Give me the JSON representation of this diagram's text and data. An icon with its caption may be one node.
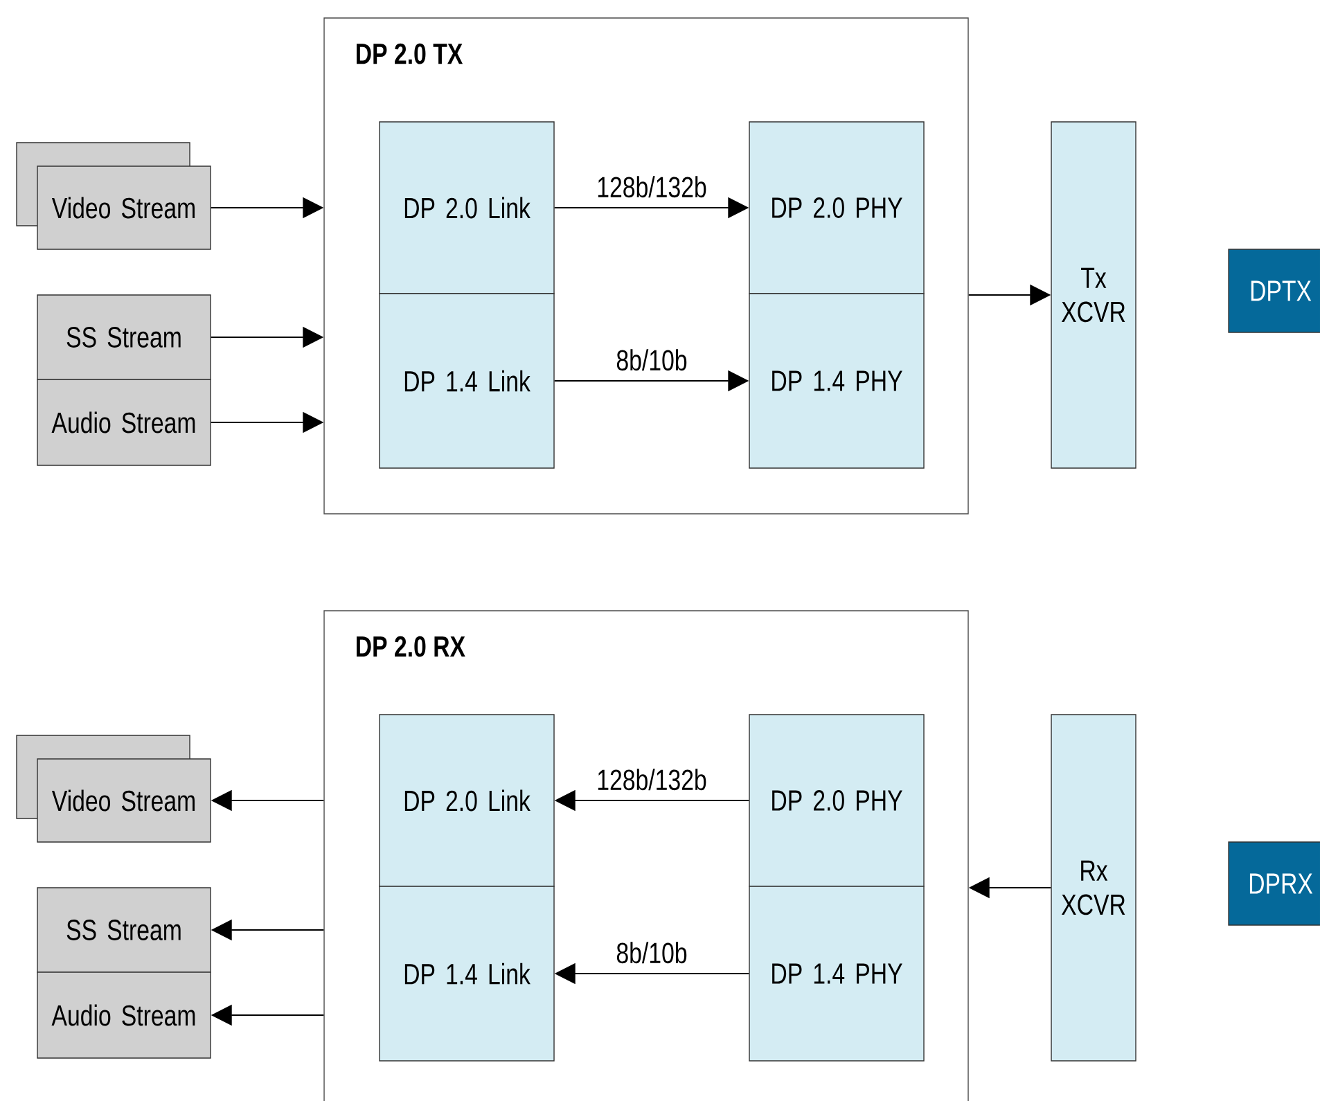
{
  "diagram": {
    "nodes": [
      {
        "text": [
          "DP 2.0 TX"
        ]
      },
      {
        "text": [
          "Video Stream"
        ]
      },
      {
        "text": [
          "SS Stream"
        ]
      },
      {
        "text": [
          "Audio Stream"
        ]
      },
      {
        "text": [
          "DP 2.0 Link"
        ],
        "in": 0
      },
      {
        "text": [
          "DP 1.4 Link"
        ],
        "in": 0
      },
      {
        "text": [
          "DP 2.0 PHY"
        ],
        "in": 0
      },
      {
        "text": [
          "DP 1.4 PHY"
        ],
        "in": 0
      },
      {
        "text": [
          "Tx XCVR"
        ]
      },
      {
        "text": [
          "DPTX"
        ]
      },
      {
        "text": [
          "DP 2.0 RX"
        ]
      },
      {
        "text": [
          "Video Stream"
        ]
      },
      {
        "text": [
          "SS Stream"
        ]
      },
      {
        "text": [
          "Audio Stream"
        ]
      },
      {
        "text": [
          "DP 2.0 Link"
        ],
        "in": 10
      },
      {
        "text": [
          "DP 1.4 Link"
        ],
        "in": 10
      },
      {
        "text": [
          "DP 2.0 PHY"
        ],
        "in": 10
      },
      {
        "text": [
          "DP 1.4 PHY"
        ],
        "in": 10
      },
      {
        "text": [
          "Rx XCVR"
        ]
      },
      {
        "text": [
          "DPRX"
        ]
      }
    ],
    "edges": [
      {
        "from": 1,
        "to": 0,
        "arrow": "to"
      },
      {
        "from": 2,
        "to": 0,
        "arrow": "to"
      },
      {
        "from": 3,
        "to": 0,
        "arrow": "to"
      },
      {
        "from": 4,
        "to": 6,
        "arrow": "to",
        "label": "128b/132b"
      },
      {
        "from": 5,
        "to": 7,
        "arrow": "to",
        "label": "8b/10b"
      },
      {
        "from": 0,
        "to": 8,
        "arrow": "to"
      },
      {
        "from": 10,
        "to": 11,
        "arrow": "to"
      },
      {
        "from": 10,
        "to": 12,
        "arrow": "to"
      },
      {
        "from": 10,
        "to": 13,
        "arrow": "to"
      },
      {
        "from": 16,
        "to": 14,
        "arrow": "to",
        "label": "128b/132b"
      },
      {
        "from": 17,
        "to": 15,
        "arrow": "to",
        "label": "8b/10b"
      },
      {
        "from": 18,
        "to": 10,
        "arrow": "to"
      }
    ]
  }
}
